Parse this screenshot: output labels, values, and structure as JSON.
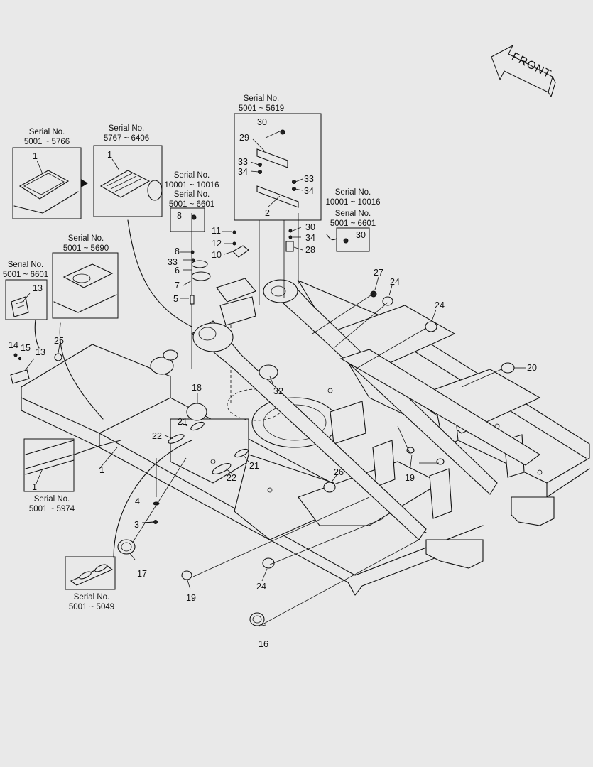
{
  "front_label": "FRONT",
  "serial_notes": [
    {
      "id": "s1",
      "title": "Serial No.",
      "range": "5001 ~ 5766"
    },
    {
      "id": "s2",
      "title": "Serial No.",
      "range": "5767 ~ 6406"
    },
    {
      "id": "s3",
      "title": "Serial No.",
      "range": "5001 ~ 5619"
    },
    {
      "id": "s4",
      "title": "Serial No.",
      "range": "10001 ~ 10016"
    },
    {
      "id": "s5",
      "title": "Serial No.",
      "range": "5001 ~ 6601"
    },
    {
      "id": "s6",
      "title": "Serial No.",
      "range": "10001 ~ 10016"
    },
    {
      "id": "s7",
      "title": "Serial No.",
      "range": "5001 ~ 6601"
    },
    {
      "id": "s8",
      "title": "Serial No.",
      "range": "5001 ~ 5690"
    },
    {
      "id": "s9",
      "title": "Serial No.",
      "range": "5001 ~ 6601"
    },
    {
      "id": "s10",
      "title": "Serial No.",
      "range": "5001 ~ 5974"
    },
    {
      "id": "s11",
      "title": "Serial No.",
      "range": "5001 ~ 5049"
    }
  ],
  "callouts": [
    {
      "id": "c1a",
      "text": "1"
    },
    {
      "id": "c1b",
      "text": "1"
    },
    {
      "id": "c1c",
      "text": "1"
    },
    {
      "id": "c1d",
      "text": "1"
    },
    {
      "id": "c2",
      "text": "2"
    },
    {
      "id": "c3",
      "text": "3"
    },
    {
      "id": "c4",
      "text": "4"
    },
    {
      "id": "c5",
      "text": "5"
    },
    {
      "id": "c6",
      "text": "6"
    },
    {
      "id": "c7",
      "text": "7"
    },
    {
      "id": "c8a",
      "text": "8"
    },
    {
      "id": "c8b",
      "text": "8"
    },
    {
      "id": "c10",
      "text": "10"
    },
    {
      "id": "c11",
      "text": "11"
    },
    {
      "id": "c12",
      "text": "12"
    },
    {
      "id": "c13a",
      "text": "13"
    },
    {
      "id": "c13b",
      "text": "13"
    },
    {
      "id": "c14",
      "text": "14"
    },
    {
      "id": "c15",
      "text": "15"
    },
    {
      "id": "c16",
      "text": "16"
    },
    {
      "id": "c17",
      "text": "17"
    },
    {
      "id": "c18",
      "text": "18"
    },
    {
      "id": "c19a",
      "text": "19"
    },
    {
      "id": "c19b",
      "text": "19"
    },
    {
      "id": "c20",
      "text": "20"
    },
    {
      "id": "c21a",
      "text": "21"
    },
    {
      "id": "c21b",
      "text": "21"
    },
    {
      "id": "c22a",
      "text": "22"
    },
    {
      "id": "c22b",
      "text": "22"
    },
    {
      "id": "c24a",
      "text": "24"
    },
    {
      "id": "c24b",
      "text": "24"
    },
    {
      "id": "c24c",
      "text": "24"
    },
    {
      "id": "c25",
      "text": "25"
    },
    {
      "id": "c26",
      "text": "26"
    },
    {
      "id": "c27",
      "text": "27"
    },
    {
      "id": "c28",
      "text": "28"
    },
    {
      "id": "c29",
      "text": "29"
    },
    {
      "id": "c30a",
      "text": "30"
    },
    {
      "id": "c30b",
      "text": "30"
    },
    {
      "id": "c30c",
      "text": "30"
    },
    {
      "id": "c32",
      "text": "32"
    },
    {
      "id": "c33a",
      "text": "33"
    },
    {
      "id": "c33b",
      "text": "33"
    },
    {
      "id": "c33c",
      "text": "33"
    },
    {
      "id": "c34a",
      "text": "34"
    },
    {
      "id": "c34b",
      "text": "34"
    },
    {
      "id": "c34c",
      "text": "34"
    }
  ]
}
